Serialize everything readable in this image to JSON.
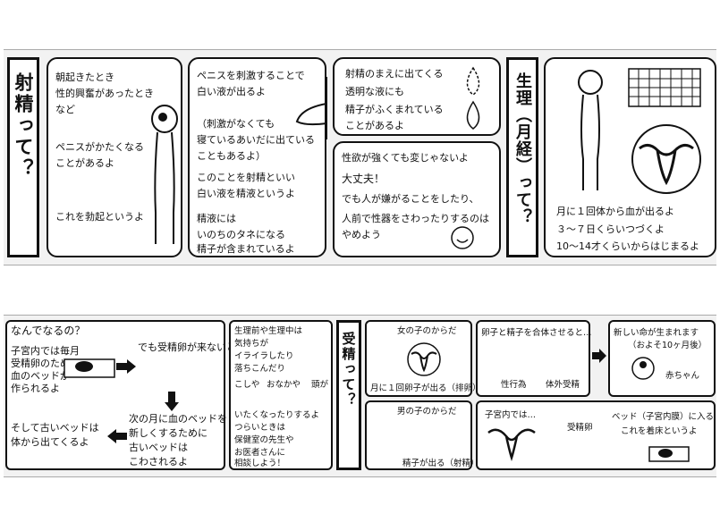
{
  "top": {
    "ejaculation_title": "射精って？",
    "menstruation_title": "生理（月経）って？",
    "panel1": [
      "朝起きたとき",
      "性的興奮があったとき",
      "など",
      "ペニスがかたくなる",
      "ことがあるよ",
      "これを勃起というよ"
    ],
    "panel2": [
      "ペニスを刺激することで",
      "白い液が出るよ",
      "（刺激がなくても",
      "寝ているあいだに出ている",
      "こともあるよ）",
      "このことを射精といい",
      "白い液を精液というよ",
      "精液には",
      "いのちのタネになる",
      "精子が含まれているよ"
    ],
    "panel3": [
      "射精のまえに出てくる",
      "透明な液にも",
      "精子がふくまれている",
      "ことがあるよ"
    ],
    "panel4": [
      "性欲が強くても変じゃないよ",
      "大丈夫！",
      "でも人が嫌がることをしたり、",
      "人前で性器をさわったりするのは",
      "やめよう"
    ],
    "panel5": [
      "月に１回体から血が出るよ",
      "３～７日くらいつづくよ",
      "10～14才くらいからはじまるよ"
    ]
  },
  "bottom": {
    "fertilization_title": "受精って？",
    "why": {
      "heading": "なんでなるの？",
      "lines_left": [
        "子宮内では毎月",
        "受精卵のために",
        "血のベッドが",
        "作られるよ"
      ],
      "line_top": "でも受精卵が来ないと",
      "lines_mid": [
        "次の月に血のベッドを",
        "新しくするために",
        "古いベッドは",
        "こわされるよ"
      ],
      "lines_end": [
        "そして古いベッドは",
        "体から出てくるよ"
      ]
    },
    "mood": [
      "生理前や生理中は",
      "気持ちが",
      "イライラしたり",
      "落ちこんだり",
      "こしや",
      "おなかや",
      "頭が",
      "いたくなったりするよ",
      "つらいときは",
      "保健室の先生や",
      "お医者さんに",
      "相談しよう！"
    ],
    "girl": {
      "label": "女の子のからだ",
      "caption": "月に１回卵子が出る（排卵）"
    },
    "boy": {
      "label": "男の子のからだ",
      "caption": "精子が出る（射精）"
    },
    "union": {
      "line": "卵子と精子を合体させると…",
      "left": "性行為",
      "right": "体外受精"
    },
    "birth": {
      "line1": "新しい命が生まれます",
      "line2": "（およそ10ヶ月後）",
      "baby": "赤ちゃん"
    },
    "uterus": {
      "line": "子宮内では…",
      "egg": "受精卵",
      "bed1": "ベッド（子宮内膜）に入る",
      "bed2": "これを着床というよ"
    }
  },
  "colors": {
    "ink": "#111111",
    "band": "#f2f2f2"
  }
}
